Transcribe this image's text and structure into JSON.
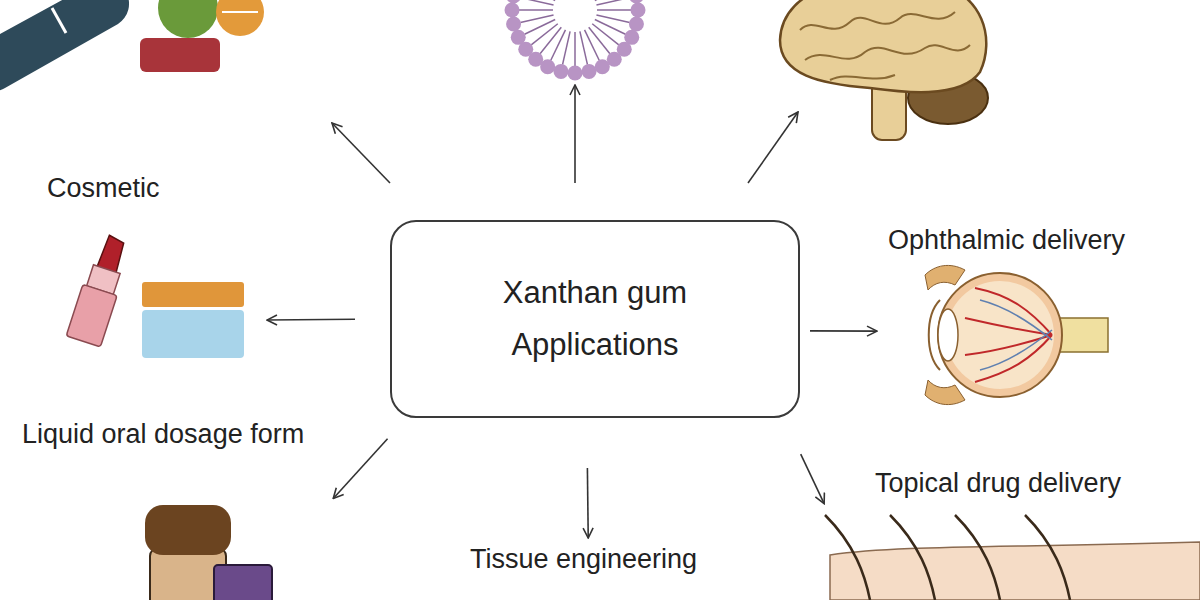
{
  "diagram": {
    "nodes": [
      {
        "text": [
          "Xanthan gum Applications"
        ]
      },
      {
        "text": [
          "Cosmetic"
        ]
      },
      {
        "text": [
          "Ophthalmic delivery"
        ]
      },
      {
        "text": [
          "Liquid oral dosage form"
        ]
      },
      {
        "text": [
          "Tissue engineering"
        ]
      },
      {
        "text": [
          "Topical drug delivery"
        ]
      }
    ],
    "edges": [
      {
        "from": 0,
        "to": 1,
        "arrow": "to"
      },
      {
        "from": 0,
        "to": 2,
        "arrow": "to"
      },
      {
        "from": 0,
        "to": 3,
        "arrow": "to"
      },
      {
        "from": 0,
        "to": 4,
        "arrow": "to"
      },
      {
        "from": 0,
        "to": 5,
        "arrow": "to"
      }
    ]
  }
}
